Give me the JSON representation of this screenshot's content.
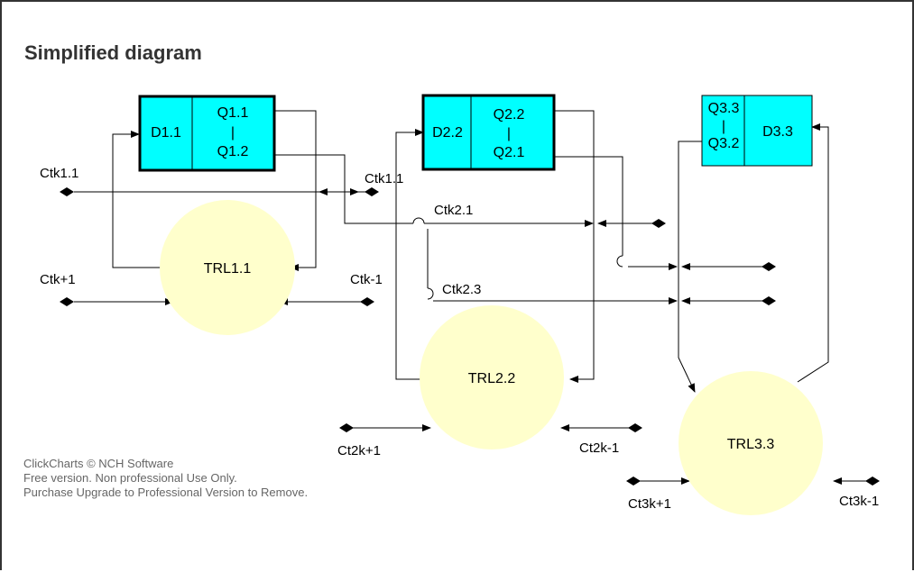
{
  "title": "Simplified diagram",
  "colors": {
    "register_fill": "#00ffff",
    "circle_fill": "#ffffcc",
    "line": "#000000"
  },
  "registers": {
    "r1": {
      "d": "D1.1",
      "q_top": "Q1.1",
      "sep": "|",
      "q_bot": "Q1.2"
    },
    "r2": {
      "d": "D2.2",
      "q_top": "Q2.2",
      "sep": "|",
      "q_bot": "Q2.1"
    },
    "r3": {
      "d": "D3.3",
      "q_top": "Q3.3",
      "sep": "|",
      "q_bot": "Q3.2"
    }
  },
  "circles": {
    "c1": "TRL1.1",
    "c2": "TRL2.2",
    "c3": "TRL3.3"
  },
  "labels": {
    "ctk11_left": "Ctk1.1",
    "ctk11_right": "Ctk1.1",
    "ctkp1": "Ctk+1",
    "ctkm1": "Ctk-1",
    "ctk21": "Ctk2.1",
    "ctk23": "Ctk2.3",
    "ct2kp1": "Ct2k+1",
    "ct2km1": "Ct2k-1",
    "ct3kp1": "Ct3k+1",
    "ct3km1": "Ct3k-1"
  },
  "watermark": {
    "line1": "ClickCharts © NCH Software",
    "line2": "Free version. Non professional Use Only.",
    "line3": "Purchase Upgrade to Professional Version to Remove."
  }
}
